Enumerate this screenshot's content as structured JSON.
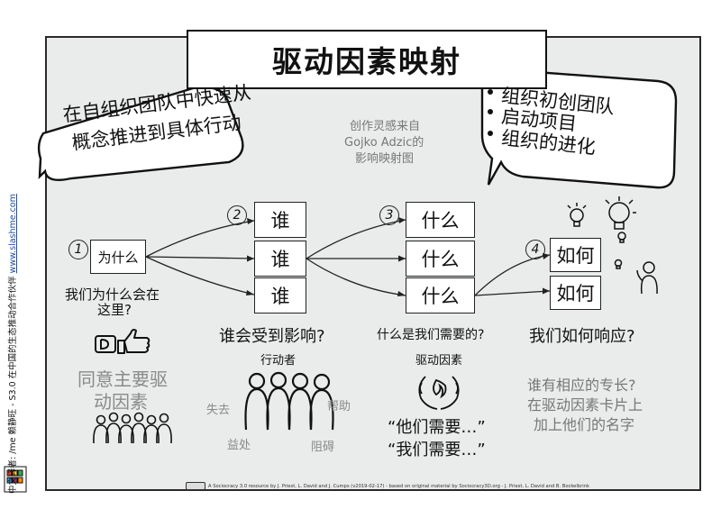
{
  "title": "驱动因素映射",
  "left_bubble": {
    "line1": "在自组织团队中快速从",
    "line2": "概念推进到具体行动"
  },
  "right_bubble": {
    "items": [
      "组织初创团队",
      "启动项目",
      "组织的进化"
    ]
  },
  "inspiration": {
    "line1": "创作灵感来自",
    "line2": "Gojko Adzic的",
    "line3": "影响映射图"
  },
  "steps": {
    "s1": {
      "number": "1",
      "box": "为什么",
      "caption_line1": "我们为什么会在",
      "caption_line2": "这里?"
    },
    "s2": {
      "number": "2",
      "boxes": [
        "谁",
        "谁",
        "谁"
      ],
      "caption": "谁会受到影响?",
      "sub": "行动者"
    },
    "s3": {
      "number": "3",
      "boxes": [
        "什么",
        "什么",
        "什么"
      ],
      "caption": "什么是我们需要的?",
      "sub": "驱动因素"
    },
    "s4": {
      "number": "4",
      "boxes": [
        "如何",
        "如何"
      ],
      "caption": "我们如何响应?"
    }
  },
  "agree": {
    "line1": "同意主要驱",
    "line2": "动因素"
  },
  "actor_labels": {
    "lose": "失去",
    "help": "帮助",
    "benefit": "益处",
    "hinder": "阻碍"
  },
  "needs": {
    "line1": "“他们需要…”",
    "line2": "“我们需要…”"
  },
  "expertise": {
    "line1": "谁有相应的专长?",
    "line2": "在驱动因素卡片上",
    "line3": "加上他们的名字"
  },
  "side_text": {
    "prefix": "中文译者: /me 赖静旺 - S3.0 在中国的生态推动合作伙伴 ",
    "link": "www.slashme.com"
  },
  "footer": "A Sociocracy 3.0 resource by J. Priest, L. David and J. Cumps (v2019-02-17) - based on original material by Sociocracy3D.org - J. Priest, L. David and B. Bockelbrink",
  "icons": [
    "drag-logo-icon",
    "thumbs-up-icon",
    "people-group-icon",
    "people-row-icon",
    "hands-flame-icon",
    "lightbulb-icon",
    "person-ideas-icon",
    "s3-logo-icon"
  ]
}
